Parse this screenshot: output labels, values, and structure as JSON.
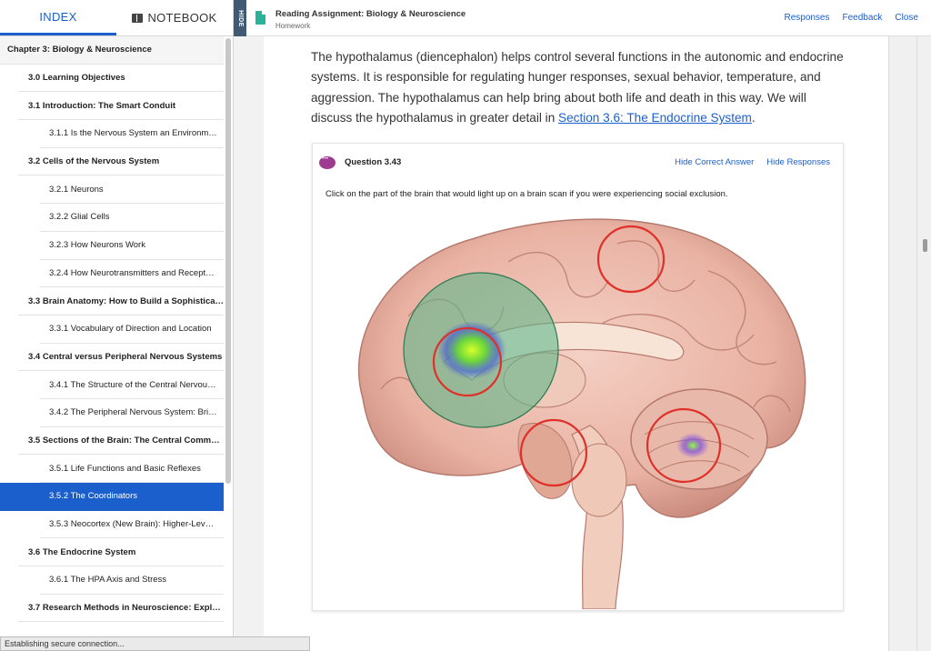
{
  "tabs": {
    "index": "INDEX",
    "notebook": "NOTEBOOK"
  },
  "hide_label": "HIDE",
  "toc": [
    {
      "label": "Chapter 3: Biology & Neuroscience",
      "level": 0
    },
    {
      "label": "3.0 Learning Objectives",
      "level": 1
    },
    {
      "label": "3.1 Introduction: The Smart Conduit",
      "level": 1
    },
    {
      "label": "3.1.1 Is the Nervous System an Environm…",
      "level": 2
    },
    {
      "label": "3.2 Cells of the Nervous System",
      "level": 1
    },
    {
      "label": "3.2.1 Neurons",
      "level": 2
    },
    {
      "label": "3.2.2 Glial Cells",
      "level": 2
    },
    {
      "label": "3.2.3 How Neurons Work",
      "level": 2
    },
    {
      "label": "3.2.4 How Neurotransmitters and Recept…",
      "level": 2
    },
    {
      "label": "3.3 Brain Anatomy: How to Build a Sophistica…",
      "level": 1
    },
    {
      "label": "3.3.1 Vocabulary of Direction and Location",
      "level": 2
    },
    {
      "label": "3.4 Central versus Peripheral Nervous Systems",
      "level": 1
    },
    {
      "label": "3.4.1 The Structure of the Central Nervou…",
      "level": 2
    },
    {
      "label": "3.4.2 The Peripheral Nervous System: Bri…",
      "level": 2
    },
    {
      "label": "3.5 Sections of the Brain: The Central Comm…",
      "level": 1
    },
    {
      "label": "3.5.1 Life Functions and Basic Reflexes",
      "level": 2
    },
    {
      "label": "3.5.2 The Coordinators",
      "level": 2,
      "selected": true
    },
    {
      "label": "3.5.3 Neocortex (New Brain): Higher-Lev…",
      "level": 2
    },
    {
      "label": "3.6 The Endocrine System",
      "level": 1
    },
    {
      "label": "3.6.1 The HPA Axis and Stress",
      "level": 2
    },
    {
      "label": "3.7 Research Methods in Neuroscience: Explo…",
      "level": 1
    }
  ],
  "header": {
    "title": "Reading Assignment: Biology & Neuroscience",
    "subtitle": "Homework",
    "links": [
      "Responses",
      "Feedback",
      "Close"
    ]
  },
  "content": {
    "para_before": "The hypothalamus (diencephalon) helps control several functions in the autonomic and endocrine systems. It is responsible for regulating hunger responses, sexual behavior, temperature, and aggression. The hypothalamus can help bring about both life and death in this way. We will discuss the hypothalamus in greater detail in ",
    "link": "Section 3.6: The Endocrine System",
    "para_after": "."
  },
  "question": {
    "label": "Question 3.43",
    "hide_answer": "Hide Correct Answer",
    "hide_responses": "Hide Responses",
    "prompt": "Click on the part of the brain that would light up on a brain scan if you were experiencing social exclusion."
  },
  "status_text": "Establishing secure connection...",
  "colors": {
    "accent": "#1b5fcc",
    "answer_fill": "#5fb88a",
    "hotspot_ring": "#e0302a"
  }
}
